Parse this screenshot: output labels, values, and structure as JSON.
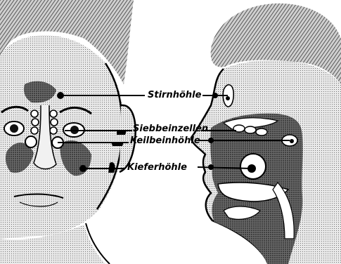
{
  "labels": {
    "stirnhoehle": "Stirnhöhle",
    "siebbeinzellen": "Siebbeinzellen",
    "keilbeinhoehle": "Keilbeinhöhle",
    "kieferhoehle": "Kieferhöhle"
  },
  "colors": {
    "ink": "#000000",
    "shade": "#8a8a8a",
    "paper": "#ffffff"
  }
}
